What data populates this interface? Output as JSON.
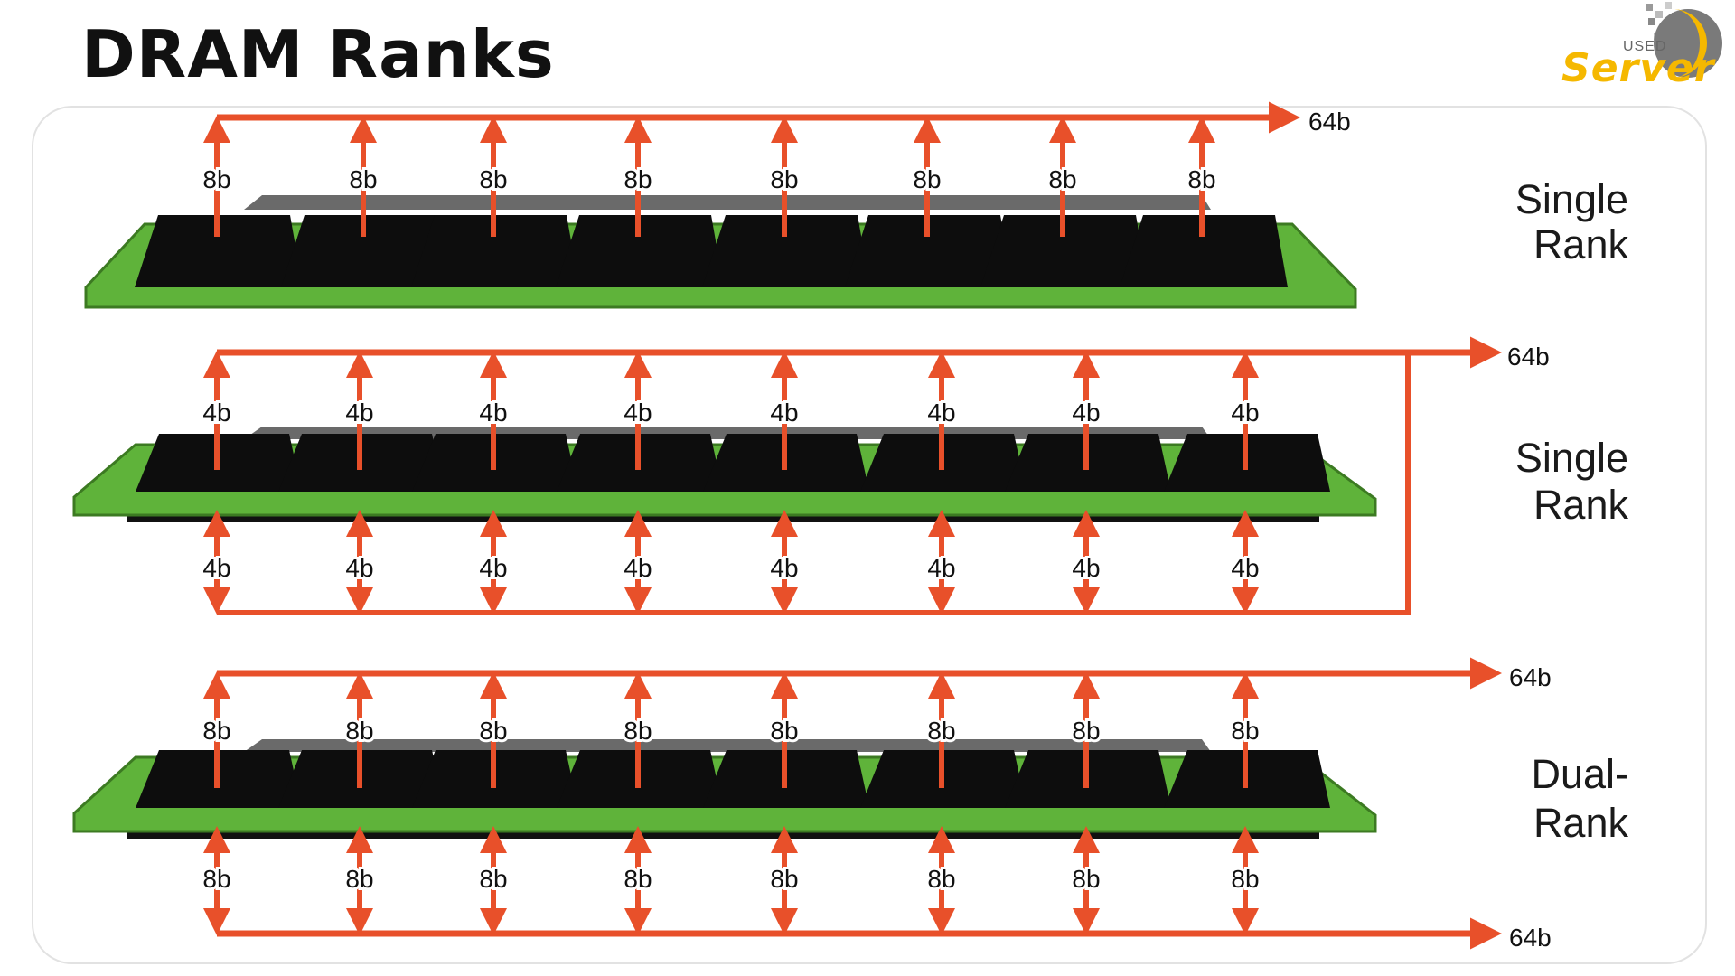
{
  "title": "DRAM Ranks",
  "logo": {
    "small_text": "USED",
    "big_text": "Server"
  },
  "colors": {
    "arrow": "#e8502a",
    "pcb": "#5fb33a",
    "pcb_edge": "#3c7a22",
    "chip": "#0d0d0d",
    "heatspreader": "#666666",
    "logo_yellow": "#f5b800",
    "logo_gray": "#7a7a7a"
  },
  "modules": [
    {
      "rank_label_line1": "Single",
      "rank_label_line2": "Rank",
      "bus_label": "64b",
      "top_chip_label": "8b",
      "bottom_chip_label": null,
      "bottom_bus_label": null
    },
    {
      "rank_label_line1": "Single",
      "rank_label_line2": "Rank",
      "bus_label": "64b",
      "top_chip_label": "4b",
      "bottom_chip_label": "4b",
      "bottom_bus_label": null
    },
    {
      "rank_label_line1": "Dual-",
      "rank_label_line2": "Rank",
      "bus_label": "64b",
      "top_chip_label": "8b",
      "bottom_chip_label": "8b",
      "bottom_bus_label": "64b"
    }
  ],
  "chips_per_side": 8
}
